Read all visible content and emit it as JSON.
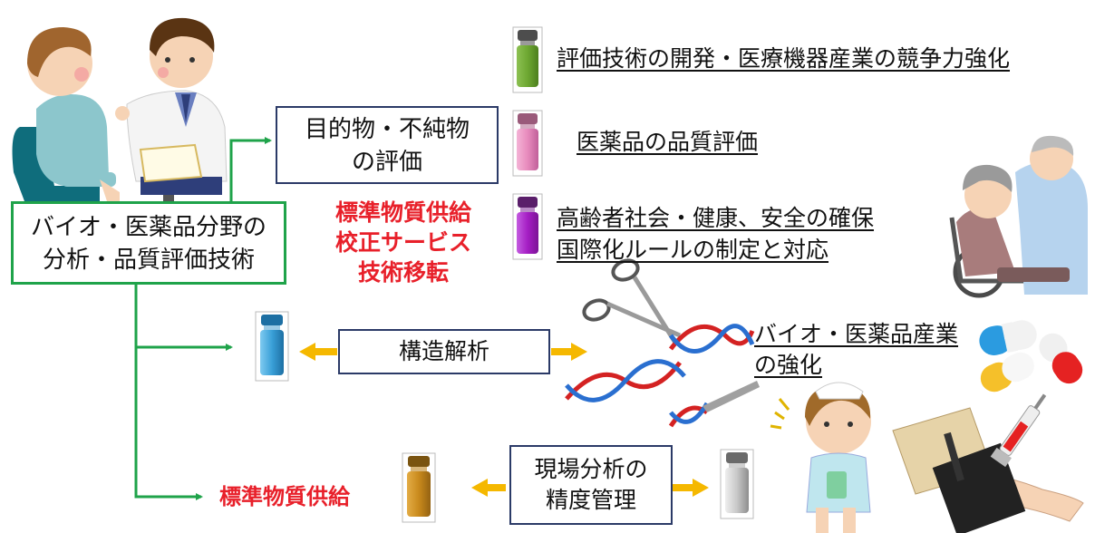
{
  "main_box": {
    "line1": "バイオ・医薬品分野の",
    "line2": "分析・品質評価技術"
  },
  "purpose_box": {
    "line1": "目的物・不純物",
    "line2": "の評価"
  },
  "red_center": {
    "line1": "標準物質供給",
    "line2": "校正サービス",
    "line3": "技術移転"
  },
  "outcomes": {
    "item1": "評価技術の開発・医療機器産業の競争力強化",
    "item2": "医薬品の品質評価",
    "item3a": "高齢者社会・健康、安全の確保",
    "item3b": "国際化ルールの制定と対応"
  },
  "structure_box": {
    "label": "構造解析"
  },
  "bio_industry": {
    "line1": "バイオ・医薬品産業",
    "line2": "の強化"
  },
  "field_box": {
    "line1": "現場分析の",
    "line2": "精度管理"
  },
  "supply_label": "標準物質供給",
  "colors": {
    "arrow_green": "#1fa34a",
    "arrow_yellow": "#f5b800",
    "red_text": "#e8202a",
    "box_navy": "#2b3a67",
    "vial_green": "#6ea832",
    "vial_pink": "#e88bbd",
    "vial_purple": "#a51ec4",
    "vial_blue": "#3aa0d8",
    "vial_amber": "#c98a1c",
    "vial_gray": "#c8c8c8"
  },
  "icons": [
    "doctor-patient-illustration",
    "elderly-wheelchair-illustration",
    "scissors-icon",
    "dna-icon",
    "capsule-icon",
    "nurse-illustration",
    "injection-arm-illustration",
    "tweezers-icon"
  ]
}
